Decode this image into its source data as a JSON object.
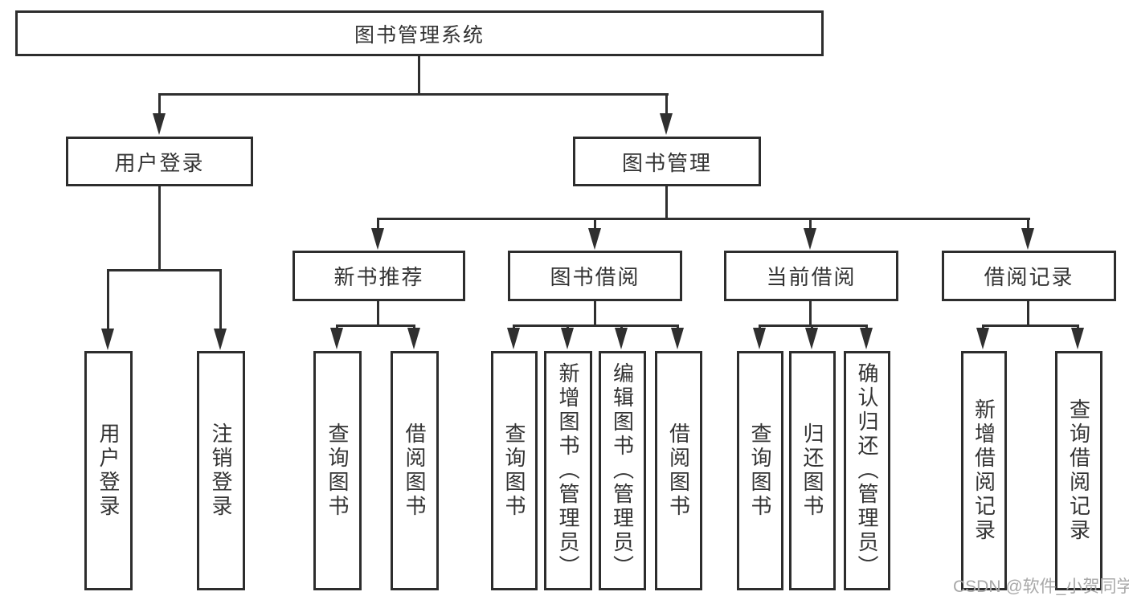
{
  "diagram": {
    "type": "tree",
    "root": {
      "label": "图书管理系统"
    },
    "branches": [
      {
        "label": "用户登录",
        "children": [
          {
            "label": "用户登录"
          },
          {
            "label": "注销登录"
          }
        ]
      },
      {
        "label": "图书管理",
        "children": [
          {
            "label": "新书推荐",
            "children": [
              {
                "label": "查询图书"
              },
              {
                "label": "借阅图书"
              }
            ]
          },
          {
            "label": "图书借阅",
            "children": [
              {
                "label": "查询图书"
              },
              {
                "label": "新增图书（管理员）"
              },
              {
                "label": "编辑图书（管理员）"
              },
              {
                "label": "借阅图书"
              }
            ]
          },
          {
            "label": "当前借阅",
            "children": [
              {
                "label": "查询图书"
              },
              {
                "label": "归还图书"
              },
              {
                "label": "确认归还（管理员）"
              }
            ]
          },
          {
            "label": "借阅记录",
            "children": [
              {
                "label": "新增借阅记录"
              },
              {
                "label": "查询借阅记录"
              }
            ]
          }
        ]
      }
    ]
  },
  "watermark": {
    "text": "CSDN @软件_小贺同学"
  },
  "colors": {
    "background": "#ffffff",
    "line": "#2f2f2f",
    "box_border": "#2d2d2d",
    "text": "#333333",
    "watermark_text": "#a8a8a8"
  }
}
